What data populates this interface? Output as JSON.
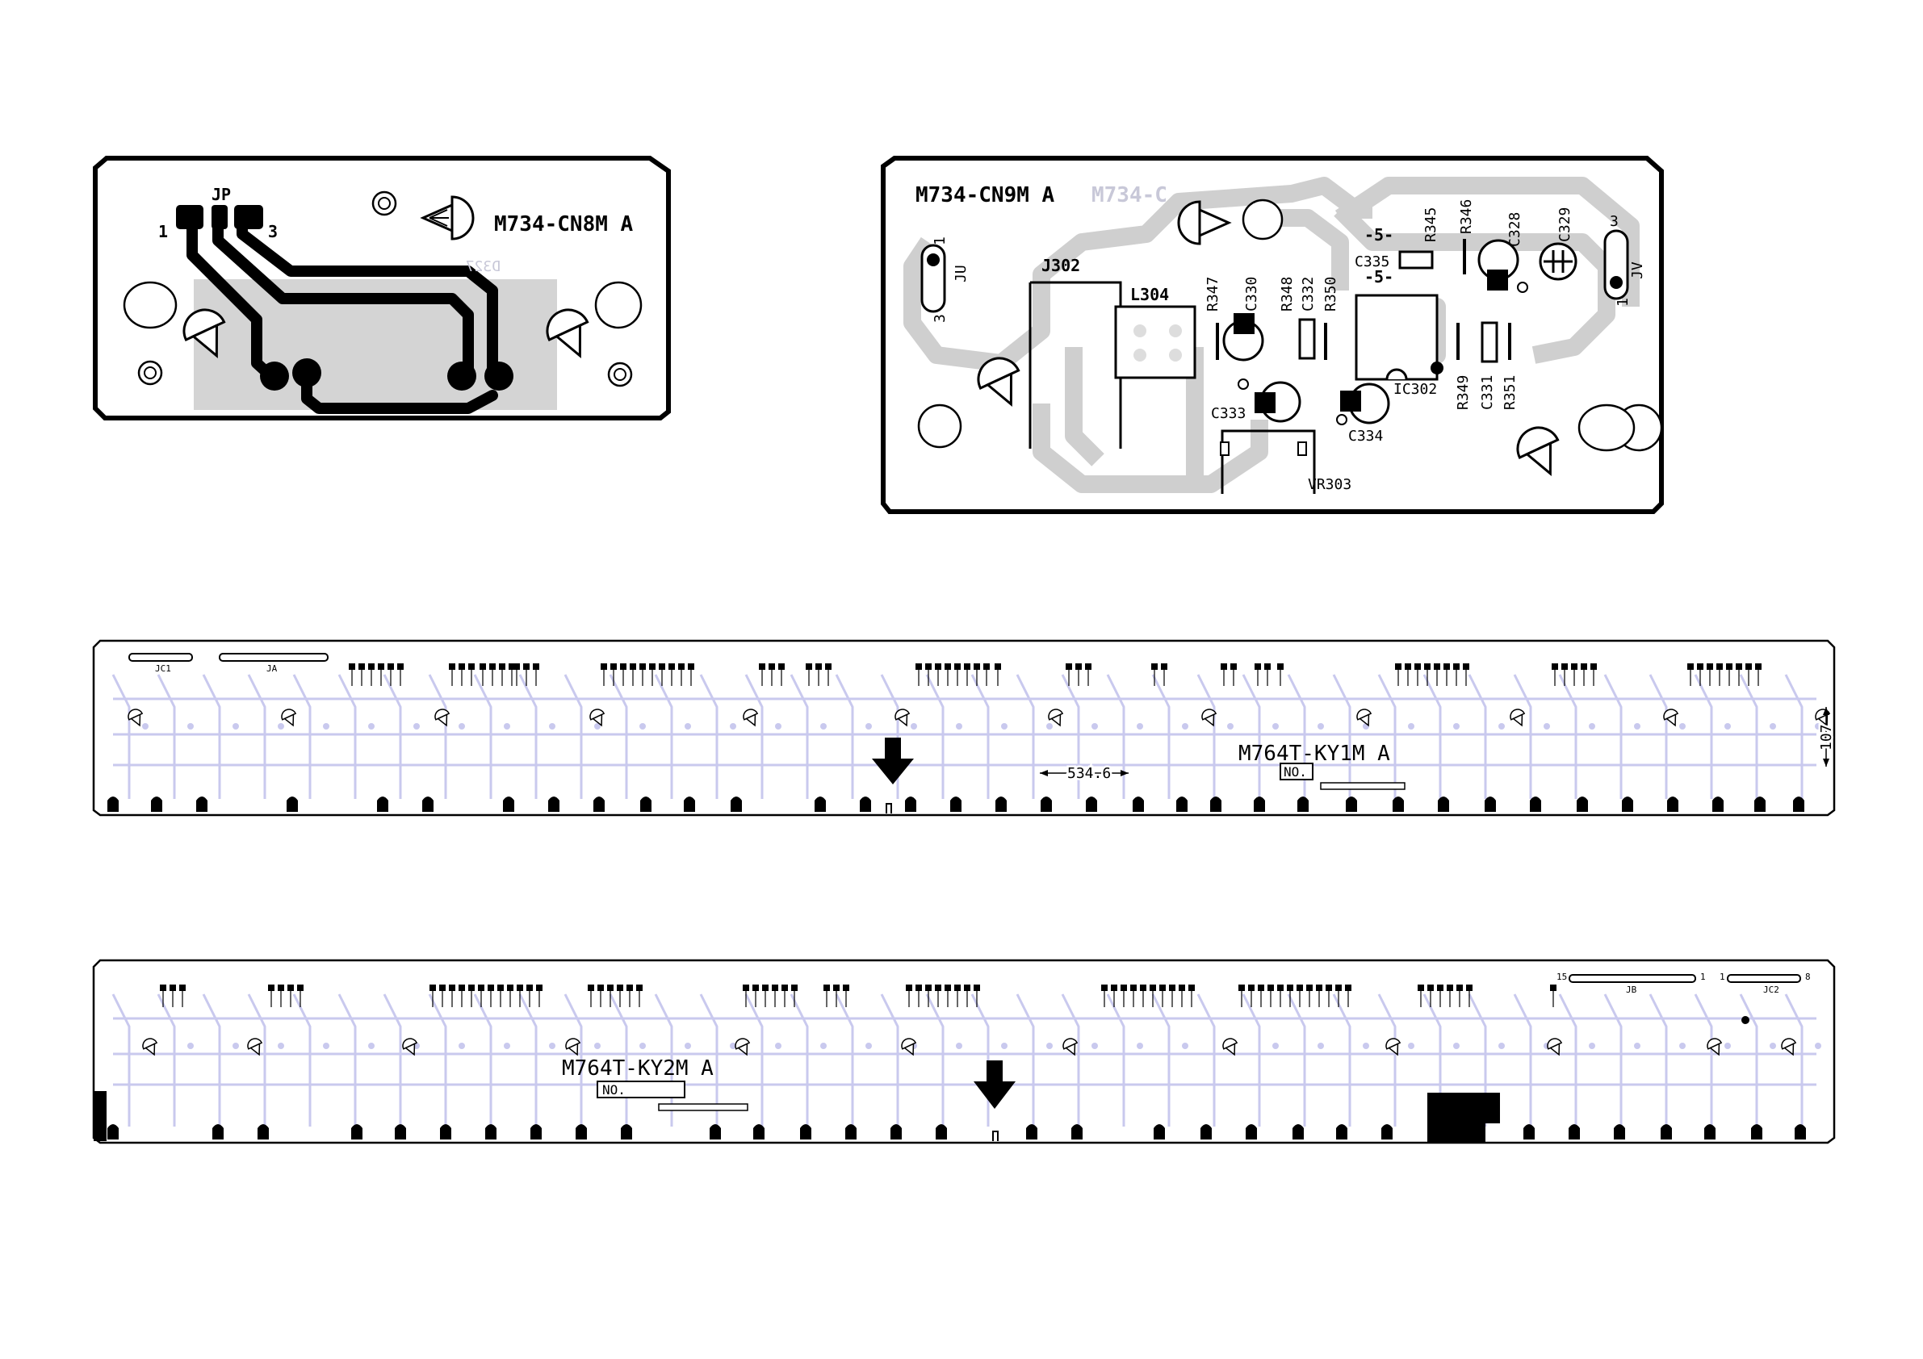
{
  "board_cn8m": {
    "name": "M734-CN8M  A",
    "jp_label": "JP",
    "pin1": "1",
    "pin3": "3"
  },
  "board_cn9m": {
    "name": "M734-CN9M  A",
    "ghost_name": "M734-C",
    "components": [
      "J302",
      "L304",
      "R347",
      "C330",
      "R348",
      "C332",
      "R350",
      "C335",
      "R345",
      "R346",
      "C328",
      "C329",
      "IC302",
      "R349",
      "C331",
      "R351",
      "C333",
      "C334",
      "VR303"
    ],
    "ju_label": "JU",
    "jv_label": "JV",
    "ju_pin_top": "1",
    "ju_pin_bottom": "3",
    "jv_pin_top": "3",
    "jv_pin_bottom": "1",
    "dash5_a": "-5-",
    "dash5_b": "-5-"
  },
  "board_ky1m": {
    "name": "M764T-KY1M  A",
    "no_label": "NO.",
    "dim_width": "534.6",
    "dim_height": "107",
    "jc1": "JC1",
    "ja": "JA"
  },
  "board_ky2m": {
    "name": "M764T-KY2M  A",
    "no_label": "NO.",
    "jb": "JB",
    "jc2": "JC2",
    "pin15": "15",
    "pin1": "1",
    "pin1b": "1",
    "pin8": "8"
  },
  "colors": {
    "ink": "#000000",
    "ghost_trace": "#cfcfcf",
    "key_trace": "#c9c9ee"
  }
}
